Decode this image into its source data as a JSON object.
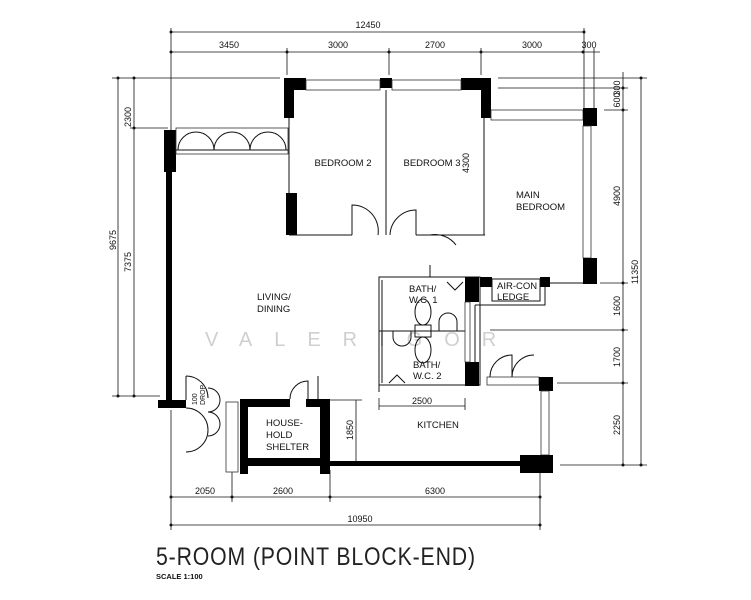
{
  "title": "5-ROOM (POINT BLOCK-END)",
  "scale": "SCALE   1:100",
  "watermark": "VALERIGOR",
  "rooms": {
    "bedroom2": "BEDROOM 2",
    "bedroom3": "BEDROOM 3",
    "main_bedroom_1": "MAIN",
    "main_bedroom_2": "BEDROOM",
    "living_1": "LIVING/",
    "living_2": "DINING",
    "bath1_1": "BATH/",
    "bath1_2": "W.C. 1",
    "bath2_1": "BATH/",
    "bath2_2": "W.C. 2",
    "aircon_1": "AIR-CON",
    "aircon_2": "LEDGE",
    "kitchen": "KITCHEN",
    "shelter_1": "HOUSE-",
    "shelter_2": "HOLD",
    "shelter_3": "SHELTER",
    "drop_1": "100",
    "drop_2": "DROP"
  },
  "dimensions": {
    "top_total": "12450",
    "top": [
      "3450",
      "3000",
      "2700",
      "3000",
      "300"
    ],
    "left_total": "9675",
    "left": [
      "2300",
      "7375"
    ],
    "right_total": "11350",
    "right": [
      "300",
      "600",
      "4900",
      "1600",
      "1700",
      "2250"
    ],
    "bottom": [
      "2050",
      "2600",
      "6300"
    ],
    "bottom_total": "10950",
    "inner": [
      "4300",
      "2500",
      "1850"
    ]
  }
}
